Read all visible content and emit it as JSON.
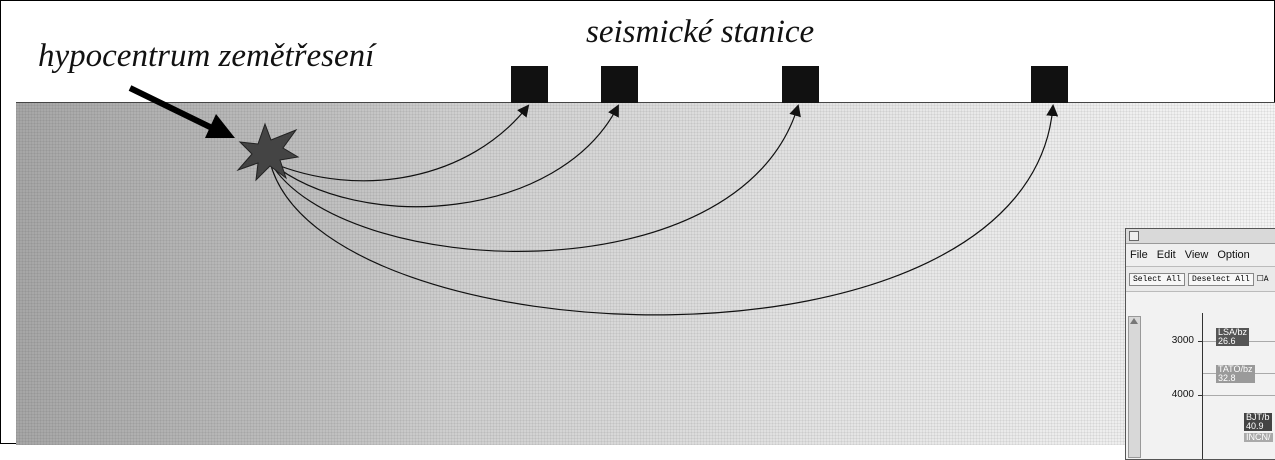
{
  "labels": {
    "hypocenter": "hypocentrum zemětřesení",
    "stations": "seismické stanice"
  },
  "station_count": 4,
  "inset_window": {
    "menu": [
      "File",
      "Edit",
      "View",
      "Option"
    ],
    "toolbar": {
      "select_all": "Select All",
      "deselect_all": "Deselect All",
      "checkbox_label": "A"
    },
    "yticks": [
      "3000",
      "4000"
    ],
    "traces": [
      {
        "name": "LSA/bz",
        "value": "26.6",
        "color": "#555555"
      },
      {
        "name": "TATO/bz",
        "value": "32.8",
        "color": "#9a9a9a"
      },
      {
        "name": "BJT/b",
        "value": "40.9",
        "color": "#444444"
      },
      {
        "name": "INCN/",
        "value": "",
        "color": "#aaaaaa"
      }
    ]
  }
}
